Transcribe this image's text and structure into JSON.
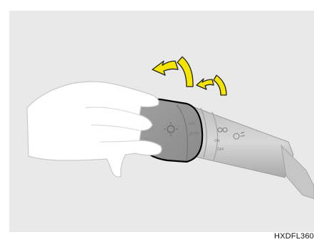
{
  "figure": {
    "code": "HXDFL360",
    "arrow_color": "#f5e400",
    "panel_color": "#e9e9e9"
  },
  "stalk": {
    "labels": [
      "OFF",
      "AUTO",
      "ON",
      "OFF"
    ]
  },
  "icons": [
    "light-switch-stalk-icon",
    "hand-icon",
    "rotate-arrow-icon",
    "headlamp-symbol-icon",
    "parking-lamp-symbol-icon"
  ]
}
